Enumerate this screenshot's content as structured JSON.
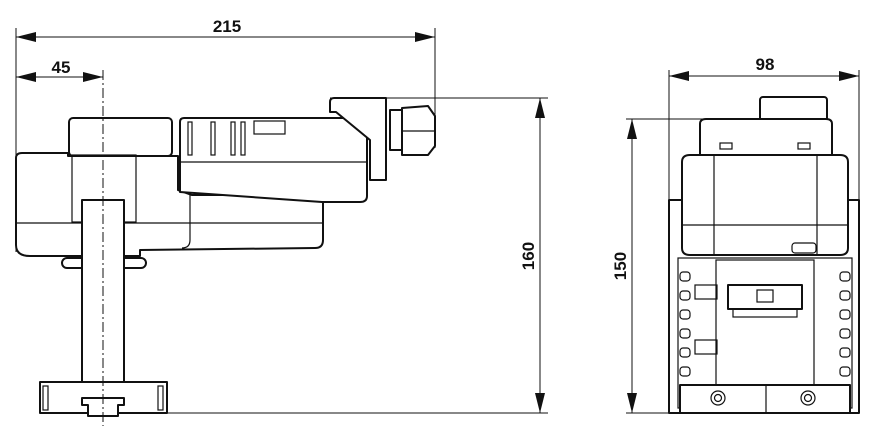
{
  "title": "Actuator dimension drawing",
  "side_view": {
    "overall_width": "215",
    "shaft_offset": "45",
    "overall_height": "160"
  },
  "front_view": {
    "width": "98",
    "height": "150"
  },
  "colors": {
    "line": "#111111",
    "background": "#ffffff"
  }
}
